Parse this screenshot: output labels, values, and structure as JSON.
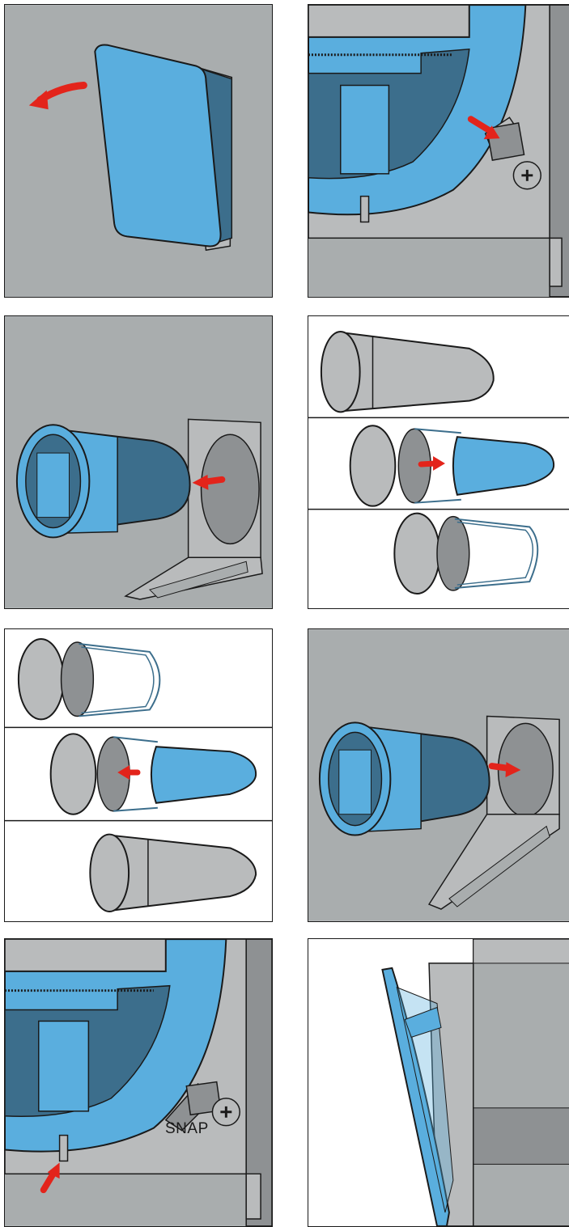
{
  "colors": {
    "background_gray": "#a9adae",
    "panel_white": "#ffffff",
    "part_blue": "#5aaede",
    "part_blue_dark": "#3c6e8c",
    "part_gray": "#b9bbbc",
    "part_gray_dark": "#8e9193",
    "outline": "#1a1a1a",
    "arrow_red": "#e3241b"
  },
  "panels": [
    {
      "id": "step-1",
      "content": "remove-front-cover",
      "arrow": "red-curved-arrow"
    },
    {
      "id": "step-2",
      "content": "release-latch-detail",
      "arrow": "red-arrow"
    },
    {
      "id": "step-3",
      "content": "pull-out-filter-cartridge",
      "arrow": "red-arrow"
    },
    {
      "id": "step-4",
      "content": "remove-filter-from-frame",
      "arrow": "red-arrow"
    },
    {
      "id": "step-5",
      "content": "insert-new-filter-into-frame",
      "arrow": "red-arrow"
    },
    {
      "id": "step-6",
      "content": "insert-cartridge-into-housing",
      "arrow": "red-arrow"
    },
    {
      "id": "step-7",
      "content": "snap-latch-detail",
      "arrow": "red-arrow",
      "label": "SNAP"
    },
    {
      "id": "step-8",
      "content": "reattach-front-cover-side-view",
      "arrow": ""
    }
  ]
}
